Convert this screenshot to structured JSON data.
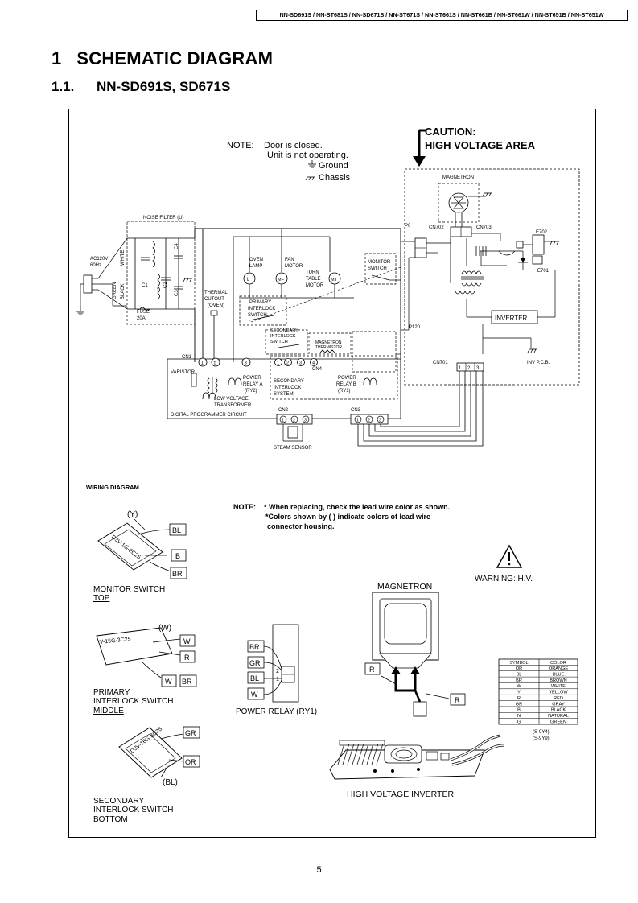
{
  "header": {
    "models": "NN-SD691S / NN-ST681S / NN-SD671S / NN-ST671S / NN-ST661S / NN-ST661B / NN-ST661W / NN-ST651B / NN-ST651W"
  },
  "title": {
    "number": "1",
    "text": "SCHEMATIC DIAGRAM"
  },
  "subtitle": {
    "number": "1.1.",
    "text": "NN-SD691S, SD671S"
  },
  "schematic": {
    "note_label": "NOTE:",
    "note_line1": "Door is closed.",
    "note_line2": "Unit is not operating.",
    "ground": "Ground",
    "chassis": "Chassis",
    "caution1": "CAUTION:",
    "caution2": "HIGH VOLTAGE AREA",
    "magnetron": "MAGNETRON",
    "noise_filter": "NOISE FILTER (U)",
    "ac1": "AC120V",
    "ac2": "60Hz",
    "white": "WHITE",
    "black": "BLACK",
    "green": "GREEN",
    "c1": "C1",
    "c2": "C2",
    "c3": "C3",
    "c4": "C4",
    "l1": "L1",
    "fuse1": "FUSE",
    "fuse2": "20A",
    "thermal1": "THERMAL",
    "thermal2": "CUTOUT",
    "thermal3": "(OVEN)",
    "oven1": "OVEN",
    "oven2": "LAMP",
    "fan1": "FAN",
    "fan2": "MOTOR",
    "tt1": "TURN",
    "tt2": "TABLE",
    "tt3": "MOTOR",
    "lamp_sym": "L",
    "fan_sym": "MF",
    "tt_sym": "MT",
    "monitor1": "MONITOR",
    "monitor2": "SWITCH",
    "primary1": "PRIMARY",
    "primary2": "INTERLOCK",
    "primary3": "SWITCH",
    "secondary1": "SECONDARY",
    "secondary2": "INTERLOCK",
    "secondary3": "SWITCH",
    "mag_thermistor1": "MAGNETRON",
    "mag_thermistor2": "THERMISTOR",
    "cn4": "CN4",
    "cn1": "CN1",
    "cn2": "CN2",
    "cn3": "CN3",
    "cn701": "CN701",
    "cn702": "CN702",
    "cn703": "CN703",
    "p120": "P120",
    "p0": "P0",
    "e701": "E701",
    "e702": "E702",
    "inverter": "INVERTER",
    "inv_pcb": "INV P.C.B.",
    "varistor": "VARISTOR",
    "relay_a1": "POWER",
    "relay_a2": "RELAY A",
    "relay_a3": "(RY2)",
    "relay_b1": "POWER",
    "relay_b2": "RELAY B",
    "relay_b3": "(RY1)",
    "sec_sys1": "SECONDARY",
    "sec_sys2": "INTERLOCK",
    "sec_sys3": "SYSTEM",
    "lvt1": "LOW VOLTAGE",
    "lvt2": "TRANSFORMER",
    "dpc": "DIGITAL PROGRAMMER CIRCUIT",
    "steam": "STEAM SENSOR",
    "pins": [
      "1",
      "2",
      "3",
      "4",
      "5"
    ]
  },
  "wiring": {
    "title": "WIRING DIAGRAM",
    "note_label": "NOTE:",
    "note1": "* When replacing, check the lead wire color as shown.",
    "note2": "*Colors shown by ( ) indicate colors of lead wire",
    "note3": "connector housing.",
    "warning": "WARNING: H.V.",
    "magnetron": "MAGNETRON",
    "monitor_switch": {
      "part": "D3V-1G-2C25",
      "housing": "(Y)",
      "bl": "BL",
      "b": "B",
      "br": "BR",
      "label1": "MONITOR SWITCH",
      "label2": "TOP"
    },
    "primary_switch": {
      "part": "V-15G-3C25",
      "housing": "(W)",
      "w1": "W",
      "r": "R",
      "w2": "W",
      "br": "BR",
      "label1": "PRIMARY",
      "label2": "INTERLOCK SWITCH",
      "label3": "MIDDLE"
    },
    "secondary_switch": {
      "part": "D3V-16G-3C25",
      "gr": "GR",
      "or": "OR",
      "housing": "(BL)",
      "label1": "SECONDARY",
      "label2": "INTERLOCK SWITCH",
      "label3": "BOTTOM"
    },
    "relay": {
      "br": "BR",
      "gr": "GR",
      "bl": "BL",
      "w": "W",
      "pin2": "2",
      "pin1": "1",
      "label": "POWER RELAY (RY1)"
    },
    "mag_r1": "R",
    "mag_r2": "R",
    "inverter_label": "HIGH VOLTAGE INVERTER",
    "color_table": {
      "headers": [
        "SYMBOL",
        "COLOR"
      ],
      "rows": [
        [
          "OR",
          "ORANGE"
        ],
        [
          "BL",
          "BLUE"
        ],
        [
          "BR",
          "BROWN"
        ],
        [
          "W",
          "WHITE"
        ],
        [
          "Y",
          "YELLOW"
        ],
        [
          "R",
          "RED"
        ],
        [
          "GR",
          "GRAY"
        ],
        [
          "B",
          "BLACK"
        ],
        [
          "N",
          "NATURAL"
        ],
        [
          "G",
          "GREEN"
        ]
      ],
      "ref1": "(S-9Y4)",
      "ref2": "(S-9Y9)"
    }
  },
  "page_number": "5"
}
